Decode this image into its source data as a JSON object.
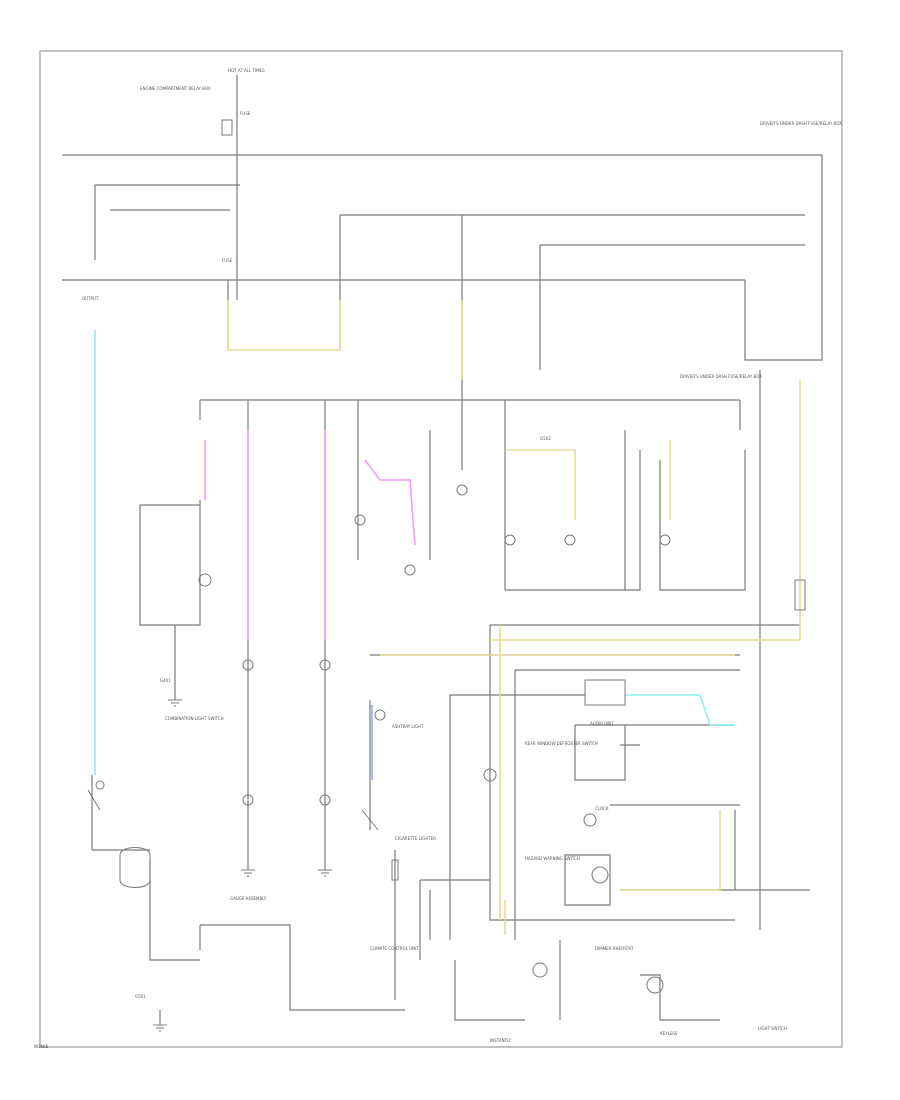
{
  "diagram": {
    "colors": {
      "wire": "#7a7a7a",
      "frame": "#9a9a9a",
      "yellow": "#e6dc9a",
      "pink": "#f39cf3",
      "cyan": "#8cf0f0",
      "text": "#555555"
    },
    "corner_label": "W36K6",
    "bottom_label": "INSTANTLY",
    "labels": {
      "top_center": "HOT AT ALL TIMES",
      "top_left_block": "ENGINE COMPARTMENT RELAY BOX",
      "fuse_a": "FUSE",
      "fuse_b": "FUSE",
      "right_top": "DRIVER'S UNDER-DASH FUSE/RELAY BOX",
      "right_mid": "DRIVER'S UNDER-DASH FUSE/RELAY BOX",
      "left_mid": "OUTPUT",
      "lower_left": "COMBINATION LIGHT SWITCH",
      "lower_center": "GAUGE ASSEMBLY",
      "bottom_right": "LIGHT SWITCH",
      "keyless": "KEYLESS",
      "dimmer": "DIMMER RHEOSTAT",
      "ashtray": "ASHTRAY LIGHT",
      "cigar": "CIGARETTE LIGHTER",
      "defroster": "REAR WINDOW DEFROSTER SWITCH",
      "hazard": "HAZARD WARNING SWITCH",
      "climate": "CLIMATE CONTROL UNIT",
      "radio": "AUDIO UNIT",
      "clock": "CLOCK",
      "ground_a": "G401",
      "ground_b": "G501",
      "ground_c": "G502"
    }
  }
}
